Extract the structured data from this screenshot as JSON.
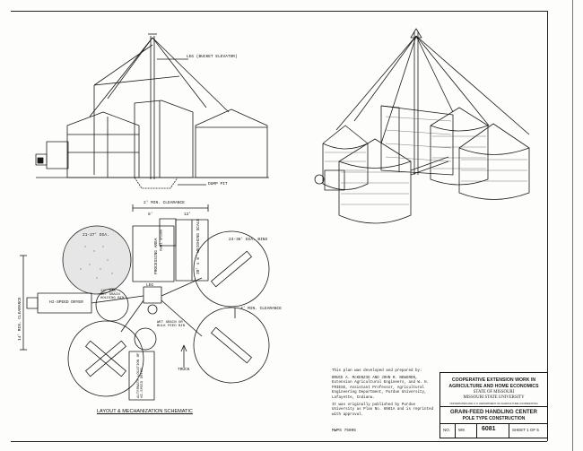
{
  "labels": {
    "leg": "LEG (BUCKET ELEVATOR)",
    "dump_pit": "DUMP PIT",
    "clearance_top": "2' MIN. CLEARANCE",
    "dim_8": "8'",
    "dim_12": "12'",
    "drive": "DRIVE THRU",
    "bin_small": "21-27' DIA.",
    "processing": "PROCESSING AREA",
    "scale": "30' x 8' WEIGHING SCALE",
    "bin_large": "24-36' DIA. BINS",
    "clearance_left": "14' MIN. CLEARANCE",
    "dryer": "HI-SPEED DRYER",
    "wet_grain": "12' DIA. WET GRAIN HOLDING BIN",
    "leg_small": "LEG",
    "clearance_right": "3' MIN. CLEARANCE",
    "feed_bin": "WET GRAIN OR BULK FEED BIN",
    "alternate": "ALTERNATE LOCATION OF HI-SPEED DRYER",
    "truck": "TRUCK",
    "schematic_title": "LAYOUT & MECHANIZATION SCHEMATIC"
  },
  "credits": {
    "intro": "This plan was developed and prepared by:",
    "authors": "BRUCE A. McKENZIE AND JOHN R. NEWGREN, Extension Agricultural Engineers, and W. H. FRIESE, Assistant Professor, Agricultural Engineering Department, Purdue University, Lafayette, Indiana.",
    "note": "It was originally published by Purdue University as Plan No. 6081A and is reprinted with approval.",
    "code": "MWPS 75095"
  },
  "titleblock": {
    "org1": "COOPERATIVE EXTENSION WORK IN",
    "org2": "AGRICULTURE AND HOME ECONOMICS",
    "state": "STATE OF MISSOURI",
    "univ": "MISSOURI STATE UNIVERSITY",
    "small": "UNIVERSITIES AND U.S. DEPARTMENT OF AGRICULTURE COOPERATING",
    "title": "GRAIN-FEED HANDLING CENTER",
    "subtitle": "POLE TYPE CONSTRUCTION",
    "no_label": "NO.",
    "no_value": "W9",
    "plan_no": "6081",
    "sheet": "SHEET 1 OF 5"
  }
}
